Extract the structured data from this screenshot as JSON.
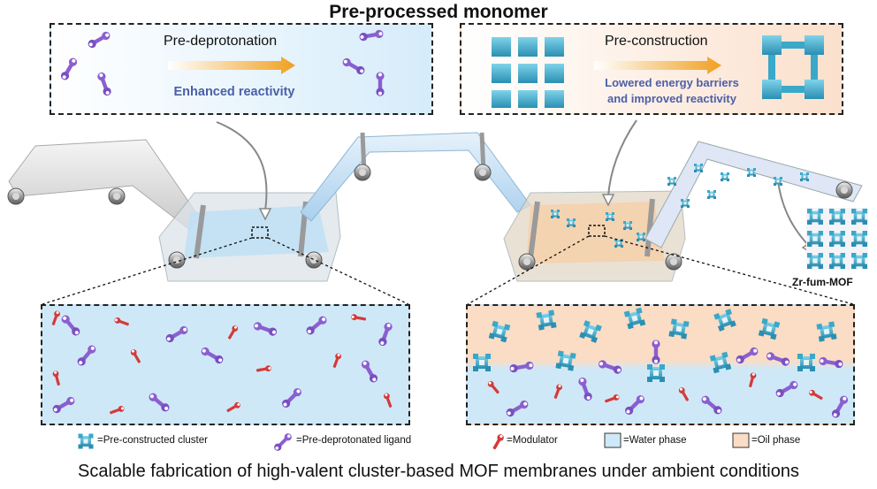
{
  "title": "Pre-processed monomer",
  "bottom_title": "Scalable fabrication of high-valent cluster-based MOF membranes under ambient conditions",
  "left_box": {
    "arrow_label": "Pre-deprotonation",
    "subtitle": "Enhanced reactivity"
  },
  "right_box": {
    "arrow_label": "Pre-construction",
    "subtitle_line1": "Lowered energy barriers",
    "subtitle_line2": "and improved reactivity"
  },
  "mof_label": "Zr-fum-MOF",
  "legend": {
    "cluster": "=Pre-constructed cluster",
    "ligand": "=Pre-deprotonated ligand",
    "modulator": "=Modulator",
    "water": "=Water phase",
    "oil": "=Oil phase"
  },
  "colors": {
    "ligand": "#8a5fd0",
    "modulator": "#d43a3a",
    "cluster": "#3aa8c8",
    "water": "#cfe8f7",
    "oil": "#fbdcc4",
    "subtitle": "#4b5fa8",
    "arrow": "#f0a020"
  }
}
